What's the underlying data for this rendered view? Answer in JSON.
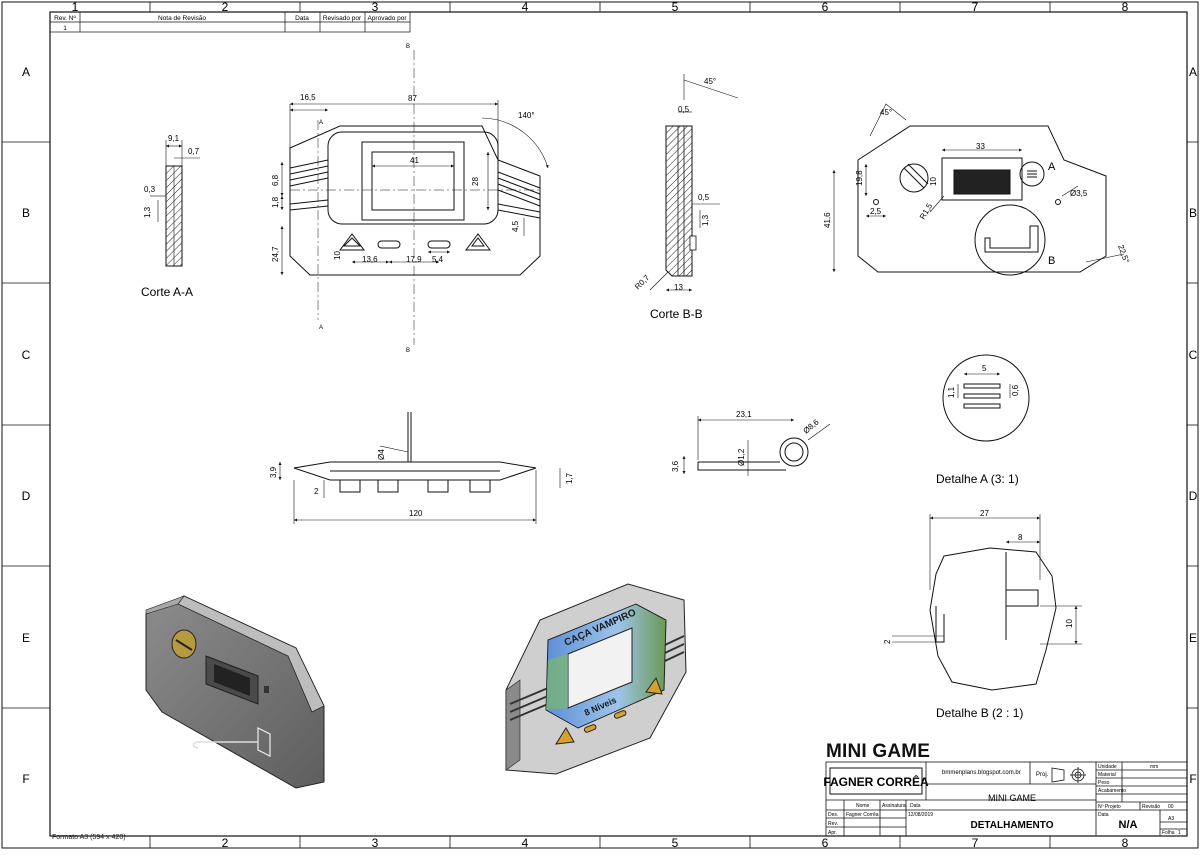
{
  "frame": {
    "columns": [
      "1",
      "2",
      "3",
      "4",
      "5",
      "6",
      "7",
      "8"
    ],
    "rows": [
      "A",
      "B",
      "C",
      "D",
      "E",
      "F"
    ]
  },
  "revision_table": {
    "headers": [
      "Rev. Nº",
      "Nota de Revisão",
      "Data",
      "Revisado por",
      "Aprovado por"
    ],
    "row1": [
      "1",
      "",
      "",
      "",
      ""
    ]
  },
  "views": {
    "section_a_label": "Corte A-A",
    "section_b_label": "Corte B-B",
    "detail_a_label": "Detalhe A (3: 1)",
    "detail_b_label": "Detalhe B (2 : 1)",
    "detail_a_marker": "A",
    "detail_b_marker": "B",
    "cut_letters": [
      "A",
      "A",
      "B",
      "B"
    ]
  },
  "dimensions": {
    "section_a": [
      "9,1",
      "0,7",
      "0,3",
      "1,3"
    ],
    "front": [
      "16,5",
      "87",
      "140°",
      "41",
      "28",
      "6,8",
      "1,8",
      "24,7",
      "13,6",
      "17,9",
      "5,4",
      "4,5",
      "10"
    ],
    "section_b": [
      "0,5",
      "45°",
      "0,5",
      "1,3",
      "R0,7",
      "13"
    ],
    "back": [
      "45°",
      "33",
      "19,8",
      "10",
      "R1,5",
      "2,5",
      "41,6",
      "Ø3,5",
      "22,5°"
    ],
    "side": [
      "3,9",
      "2",
      "1,7",
      "120",
      "Ø4"
    ],
    "wire": [
      "23,1",
      "3,6",
      "Ø1,2",
      "Ø8,6"
    ],
    "detail_a": [
      "5",
      "1,1",
      "0,6"
    ],
    "detail_b": [
      "27",
      "8",
      "10",
      "2"
    ]
  },
  "iso_labels": {
    "game_name": "CAÇA VAMPIRO",
    "levels": "8 Níveis"
  },
  "title_block": {
    "project_title": "MINI GAME",
    "company": "FAGNER CORRÊA",
    "website": "bmmenplans.blogspot.com.br",
    "projection": "Proj.",
    "center_title": "MINI GAME",
    "drawing_title": "DETALHAMENTO",
    "scale": "N/A",
    "sign_headers": [
      "Nome",
      "Assinatura",
      "Data"
    ],
    "sign_rows": [
      "Des.",
      "Rev.",
      "Apr."
    ],
    "designer": "Fagner Corrêa",
    "date": "12/08/2019",
    "right_labels": [
      "Unidade",
      "Material",
      "Peso",
      "Acabamento",
      "Nº Projeto",
      "Revisão",
      "Folha",
      "Data"
    ],
    "unit_value": "mm",
    "revision_value": "00",
    "size_value": "A3",
    "sheet_value": "1"
  },
  "format_note": "Formato A3 (594 x 420)"
}
